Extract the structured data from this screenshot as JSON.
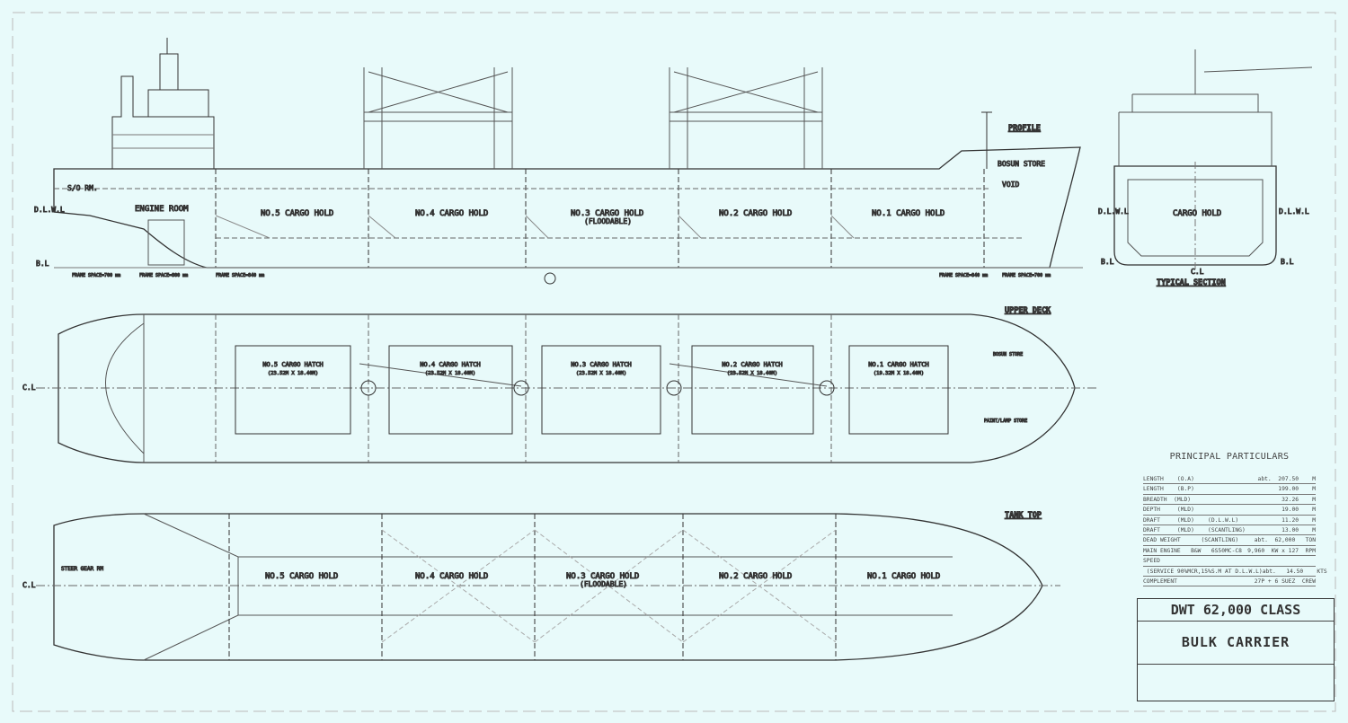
{
  "profile": {
    "title": "PROFILE",
    "engine_room": "ENGINE ROOM",
    "holds": [
      "NO.5 CARGO HOLD",
      "NO.4 CARGO HOLD",
      "NO.3 CARGO HOLD",
      "NO.2 CARGO HOLD",
      "NO.1 CARGO HOLD"
    ],
    "floodable": "(FLOODABLE)",
    "void": "VOID",
    "bosun_store": "BOSUN STORE",
    "so_rm": "S/O RM.",
    "dlwl": "D.L.W.L",
    "bl": "B.L",
    "frame_spaces": [
      "FRAME SPACE=700 mm",
      "FRAME SPACE=800 mm",
      "FRAME SPACE=840 mm",
      "FRAME SPACE=840 mm",
      "FRAME SPACE=700 mm"
    ]
  },
  "section": {
    "title": "TYPICAL SECTION",
    "hold": "CARGO HOLD",
    "dlwl": "D.L.W.L",
    "bl": "B.L",
    "cl": "C.L"
  },
  "upper_deck": {
    "title": "UPPER DECK",
    "hatches": [
      {
        "name": "NO.5 CARGO HATCH",
        "dims": "(23.52M X 18.40M)"
      },
      {
        "name": "NO.4 CARGO HATCH",
        "dims": "(23.52M X 18.40M)"
      },
      {
        "name": "NO.3 CARGO HATCH",
        "dims": "(23.52M X 18.40M)"
      },
      {
        "name": "NO.2 CARGO HATCH",
        "dims": "(23.52M X 18.40M)"
      },
      {
        "name": "NO.1 CARGO HATCH",
        "dims": "(19.32M X 18.40M)"
      }
    ],
    "bosun_store": "BOSUN STORE",
    "paint_store": "PAINT/LAMP STORE",
    "cl": "C.L"
  },
  "tank_top": {
    "title": "TANK TOP",
    "steer_gear": "STEER GEAR RM",
    "holds": [
      "NO.5 CARGO HOLD",
      "NO.4 CARGO HOLD",
      "NO.3 CARGO HOLD",
      "NO.2 CARGO HOLD",
      "NO.1 CARGO HOLD"
    ],
    "floodable": "(FLOODABLE)",
    "cl": "C.L"
  },
  "principal_particulars": {
    "title": "PRINCIPAL PARTICULARS",
    "rows": [
      {
        "label": "LENGTH    (O.A)",
        "value": "abt.  207.50    M"
      },
      {
        "label": "LENGTH    (B.P)",
        "value": "199.00    M"
      },
      {
        "label": "BREADTH  (MLD)",
        "value": "32.26    M"
      },
      {
        "label": "DEPTH     (MLD)",
        "value": "19.00    M"
      },
      {
        "label": "DRAFT     (MLD)    (D.L.W.L)",
        "value": "11.20    M"
      },
      {
        "label": "DRAFT     (MLD)    (SCANTLING)",
        "value": "13.00    M"
      },
      {
        "label": "DEAD WEIGHT      (SCANTLING)",
        "value": "abt.  62,000   TON"
      },
      {
        "label": "MAIN ENGINE   B&W   6S50MC-C8",
        "value": "9,960  KW x 127  RPM"
      },
      {
        "label": "SPEED",
        "value": ""
      },
      {
        "label": " (SERVICE 90%MCR,15%S.M AT D.L.W.L)",
        "value": "abt.   14.50    KTS"
      },
      {
        "label": "COMPLEMENT",
        "value": "27P + 6 SUEZ  CREW"
      }
    ]
  },
  "title_block": {
    "line1": "DWT 62,000 CLASS",
    "line2": "BULK  CARRIER"
  }
}
